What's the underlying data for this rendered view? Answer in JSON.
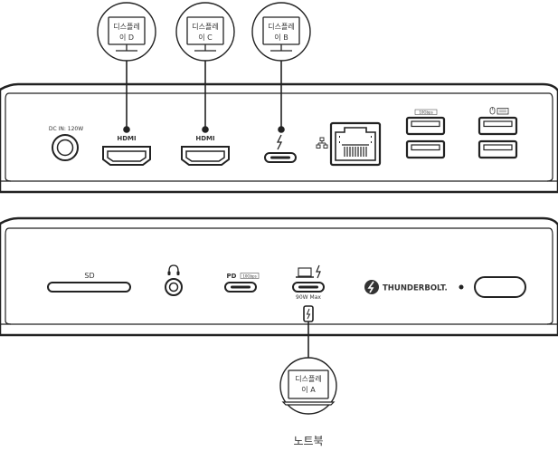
{
  "callouts": {
    "display_d": {
      "line1": "디스플레",
      "line2": "이 D"
    },
    "display_c": {
      "line1": "디스플레",
      "line2": "이 C"
    },
    "display_b": {
      "line1": "디스플레",
      "line2": "이 B"
    },
    "display_a": {
      "line1": "디스플레",
      "line2": "이 A"
    }
  },
  "rear_panel": {
    "dc_in_label": "DC IN: 120W",
    "hdmi_label_1": "HDMI",
    "hdmi_label_2": "HDMI",
    "usb_speed_label": "10Gbps"
  },
  "front_panel": {
    "sd_label": "SD",
    "pd_label": "PD",
    "pd_speed_label": "10Gbps",
    "host_power_label": "90W Max",
    "brand_label": "THUNDERBOLT."
  },
  "laptop_label": "노트북",
  "icons": [
    "monitor-icon",
    "thunderbolt-icon",
    "network-icon",
    "mouse-icon",
    "keyboard-icon",
    "headphone-icon",
    "laptop-icon",
    "thunderbolt-logo-icon"
  ]
}
